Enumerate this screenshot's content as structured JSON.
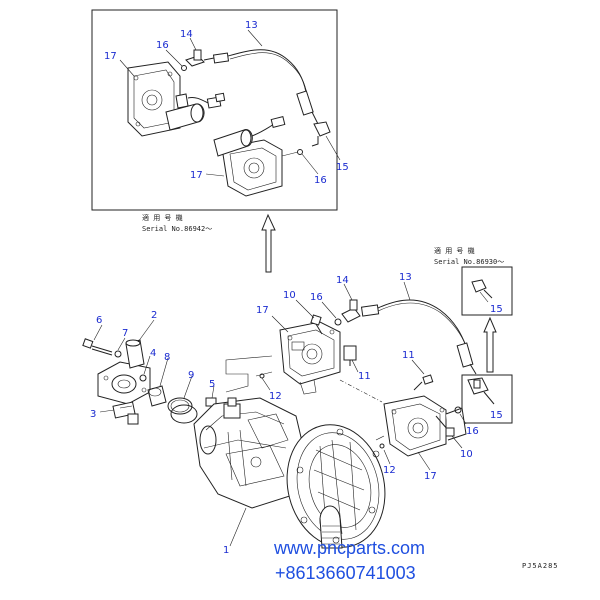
{
  "callouts": {
    "inset_tl": {
      "c13": "13",
      "c14": "14",
      "c16": "16",
      "c17a": "17",
      "c17b": "17",
      "c15": "15",
      "c16b": "16"
    },
    "main": {
      "c6": "6",
      "c7": "7",
      "c2": "2",
      "c4": "4",
      "c8": "8",
      "c9": "9",
      "c3": "3",
      "c5": "5",
      "c1": "1",
      "c12a": "12",
      "c12b": "12",
      "c17a": "17",
      "c10a": "10",
      "c16": "16",
      "c14": "14",
      "c13": "13",
      "c11a": "11",
      "c11b": "11",
      "c15a": "15",
      "c15b": "15",
      "c16b": "16",
      "c10b": "10",
      "c17b": "17"
    }
  },
  "serial_labels": {
    "top_jp": "適 用 号 機",
    "top_serial": "Serial No.86942～",
    "right_jp": "適 用 号 機",
    "right_serial": "Serial No.86930～"
  },
  "drawing_code": "PJ5A285",
  "watermark": {
    "url": "www.pncparts.com",
    "phone": "+8613660741003"
  }
}
